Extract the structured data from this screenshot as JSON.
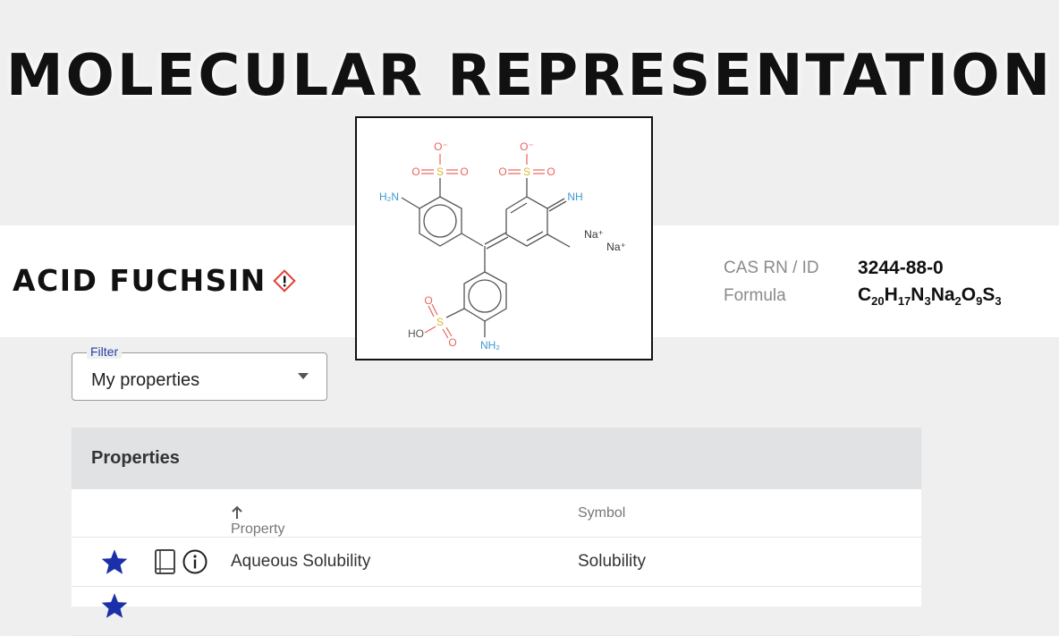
{
  "heading": "MOLECULAR REPRESENTATION",
  "compound": {
    "name": "ACID FUCHSIN",
    "hazard_icon": "ghs-exclamation-icon",
    "hazard_color": "#e0413a"
  },
  "meta": {
    "cas_label": "CAS RN / ID",
    "cas_value": "3244-88-0",
    "formula_label": "Formula",
    "formula_parts": [
      [
        "C",
        "20"
      ],
      [
        "H",
        "17"
      ],
      [
        "N",
        "3"
      ],
      [
        "Na",
        "2"
      ],
      [
        "O",
        "9"
      ],
      [
        "S",
        "3"
      ]
    ]
  },
  "molecule": {
    "labels": {
      "o_minus": "O⁻",
      "o": "O",
      "s": "S",
      "h2n": "H₂N",
      "nh": "NH",
      "nh2": "NH₂",
      "ho": "HO",
      "na": "Na⁺"
    }
  },
  "filter": {
    "label": "Filter",
    "value": "My properties"
  },
  "table": {
    "title": "Properties",
    "columns": {
      "property": "Property",
      "sort_icon": "arrow-up-icon",
      "symbol": "Symbol"
    },
    "rows": [
      {
        "property": "Aqueous Solubility",
        "symbol": "Solubility",
        "starred": true
      }
    ]
  },
  "colors": {
    "star": "#1a2fa8",
    "oxygen": "#e8645a",
    "sulfur": "#d9b830",
    "nitrogen": "#3d9ad1"
  }
}
